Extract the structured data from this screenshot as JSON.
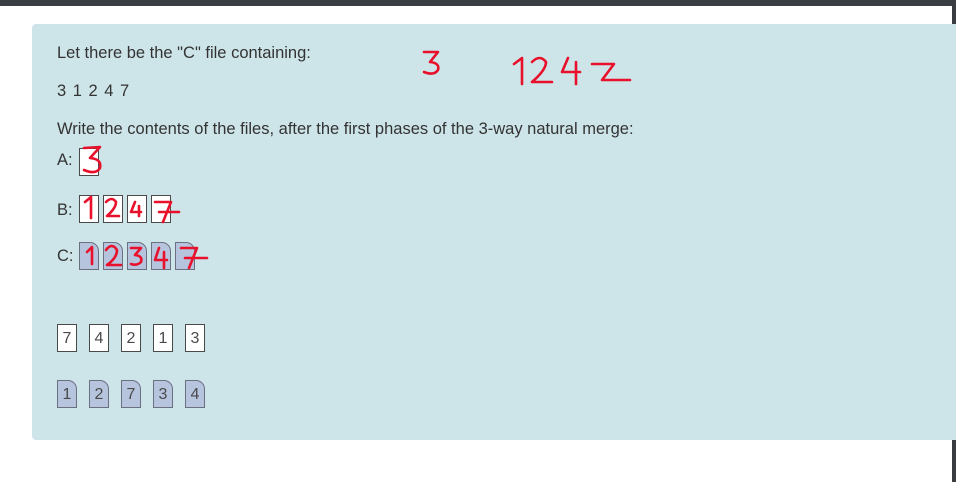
{
  "question": {
    "intro": "Let there be the \"C\" file containing:",
    "sequence": "3 1 2 4 7",
    "instruction": "Write the contents of the files, after the first phases of the 3-way natural merge:"
  },
  "files": [
    {
      "label": "A:",
      "cells": [
        "",
        "",
        "",
        "",
        ""
      ],
      "filled": 1
    },
    {
      "label": "B:",
      "cells": [
        "",
        "",
        "",
        ""
      ],
      "filled": 4
    },
    {
      "label": "C:",
      "cells": [
        "",
        "",
        "",
        "",
        ""
      ],
      "filled": 5
    }
  ],
  "palette": {
    "items": [
      "7",
      "4",
      "2",
      "1",
      "3"
    ]
  },
  "records": {
    "items": [
      "1",
      "2",
      "7",
      "3",
      "4"
    ]
  },
  "colors": {
    "panel_bg": "#cde5e9",
    "record_fill": "#b7c4de",
    "ink": "#e8102a",
    "text": "#333333"
  }
}
